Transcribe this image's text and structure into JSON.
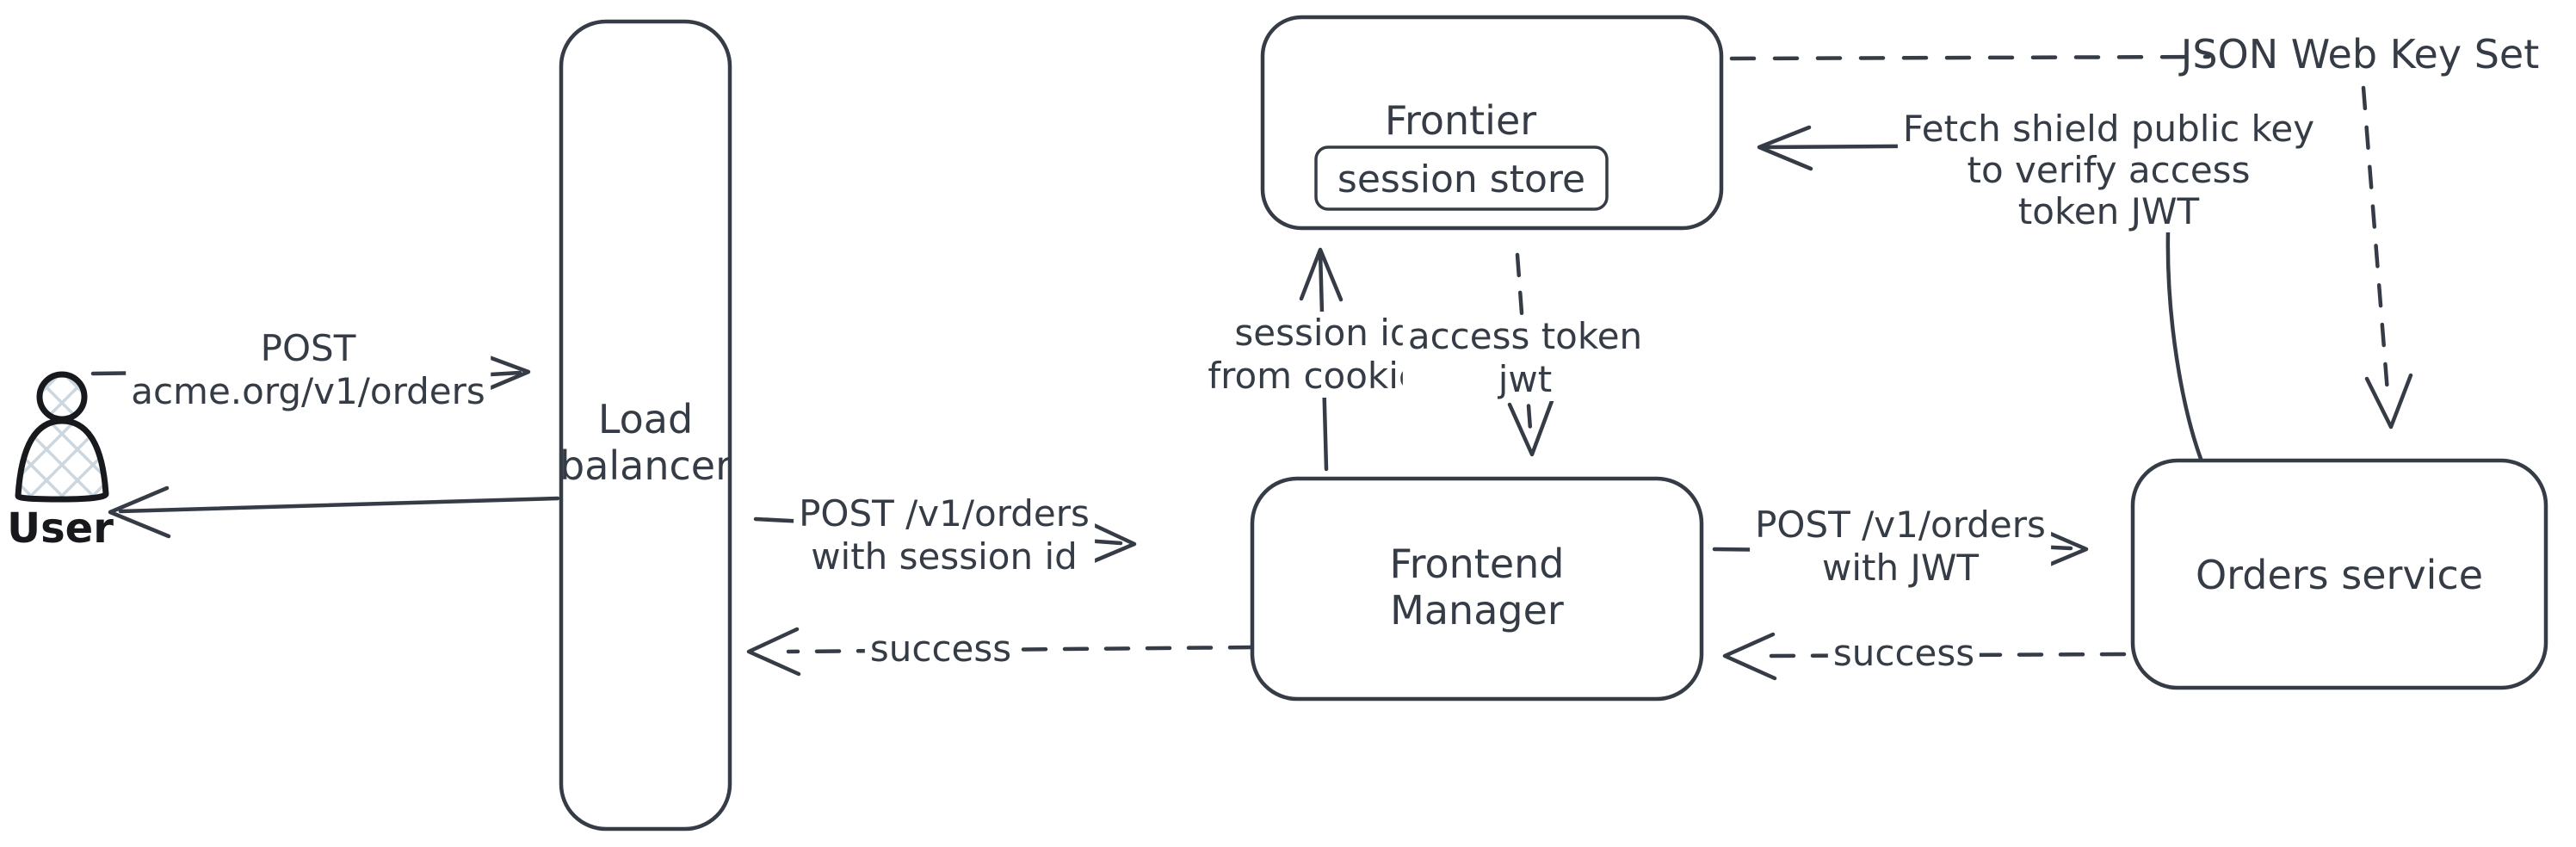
{
  "colors": {
    "ink": "#353c46",
    "user_ink": "#17191d",
    "hatch": "#ccd6de",
    "background": "#ffffff"
  },
  "nodes": {
    "user": {
      "label": "User"
    },
    "load_balancer": {
      "line1": "Load",
      "line2": "balancer"
    },
    "frontier": {
      "label": "Frontier"
    },
    "session_store": {
      "label": "session store"
    },
    "frontend_manager": {
      "line1": "Frontend",
      "line2": "Manager"
    },
    "orders_service": {
      "label": "Orders service"
    },
    "jwks": {
      "label": "JSON Web Key Set"
    }
  },
  "edges": {
    "user_request": {
      "line1": "POST",
      "line2": "acme.org/v1/orders"
    },
    "lb_request": {
      "line1": "POST /v1/orders",
      "line2": "with session id"
    },
    "lb_success": {
      "label": "success"
    },
    "orders_request": {
      "line1": "POST /v1/orders",
      "line2": "with JWT"
    },
    "orders_success": {
      "label": "success"
    },
    "session_lookup": {
      "line1": "session id",
      "line2": "from cookies"
    },
    "access_token": {
      "line1": "access token",
      "line2": "jwt"
    },
    "fetch_key": {
      "line1": "Fetch shield public key",
      "line2": "to verify access",
      "line3": "token JWT"
    }
  }
}
